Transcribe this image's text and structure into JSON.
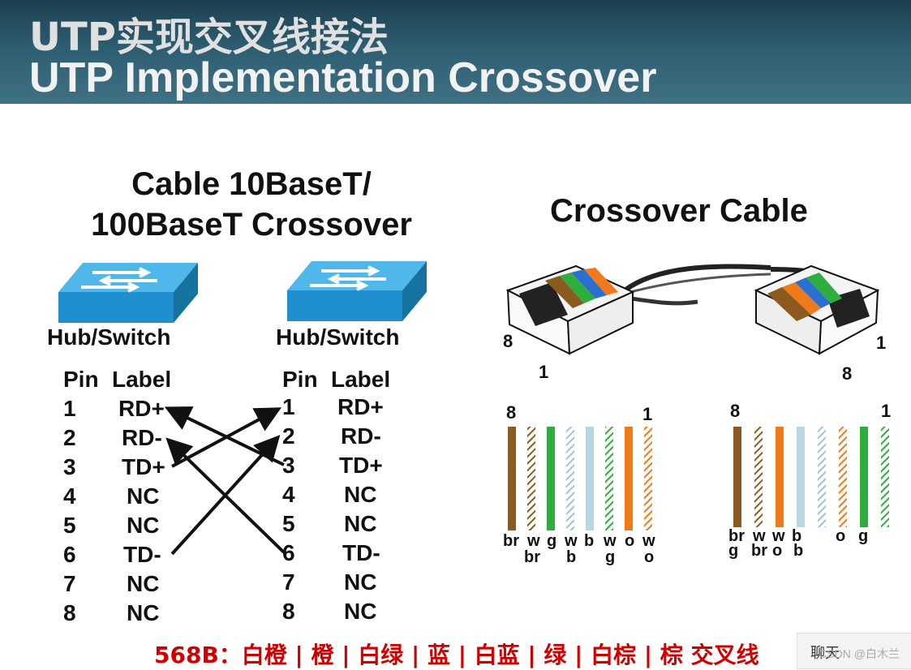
{
  "header": {
    "title_cn": "UTP实现交叉线接法",
    "title_en": "UTP Implementation Crossover"
  },
  "left_panel": {
    "title_line1": "Cable 10BaseT/",
    "title_line2": "100BaseT Crossover",
    "left_device_label": "Hub/Switch",
    "right_device_label": "Hub/Switch",
    "col_pin": "Pin",
    "col_label": "Label",
    "left_rows": [
      {
        "pin": "1",
        "label": "RD+"
      },
      {
        "pin": "2",
        "label": "RD-"
      },
      {
        "pin": "3",
        "label": "TD+"
      },
      {
        "pin": "4",
        "label": "NC"
      },
      {
        "pin": "5",
        "label": "NC"
      },
      {
        "pin": "6",
        "label": "TD-"
      },
      {
        "pin": "7",
        "label": "NC"
      },
      {
        "pin": "8",
        "label": "NC"
      }
    ],
    "right_rows": [
      {
        "pin": "1",
        "label": "RD+"
      },
      {
        "pin": "2",
        "label": "RD-"
      },
      {
        "pin": "3",
        "label": "TD+"
      },
      {
        "pin": "4",
        "label": "NC"
      },
      {
        "pin": "5",
        "label": "NC"
      },
      {
        "pin": "6",
        "label": "TD-"
      },
      {
        "pin": "7",
        "label": "NC"
      },
      {
        "pin": "8",
        "label": "NC"
      }
    ]
  },
  "right_panel": {
    "title": "Crossover Cable",
    "plug_left_pin_high": "8",
    "plug_left_pin_low": "1",
    "plug_right_pin_high": "1",
    "plug_right_pin_low": "8",
    "wires_a_pin_left": "8",
    "wires_a_pin_right": "1",
    "wires_a_labels_top": [
      "br",
      "w",
      "g",
      "w",
      "b",
      "w",
      "o",
      "w"
    ],
    "wires_a_labels_bottom": [
      "",
      "br",
      "",
      "b",
      "",
      "g",
      "",
      "o"
    ],
    "wires_b_pin_left": "8",
    "wires_b_pin_right": "1",
    "wires_b_labels_top": [
      "br",
      "w",
      "w",
      "b",
      "o",
      "g"
    ],
    "wires_b_labels_bottom": [
      "g",
      "br",
      "o",
      "b",
      "",
      ""
    ]
  },
  "footer": {
    "standard_text": "568B：白橙 | 橙 | 白绿 | 蓝 | 白蓝 | 绿 | 白棕 | 棕   交叉线",
    "chat_label": "聊天",
    "watermark": "CSDN @白木兰"
  },
  "colors": {
    "switch_blue": "#2b9bd6",
    "brown": "#8b5a1e",
    "green": "#2eae3c",
    "orange": "#f07a1a",
    "blue_wire": "#b9d6e4",
    "footer_red": "#d00000"
  }
}
